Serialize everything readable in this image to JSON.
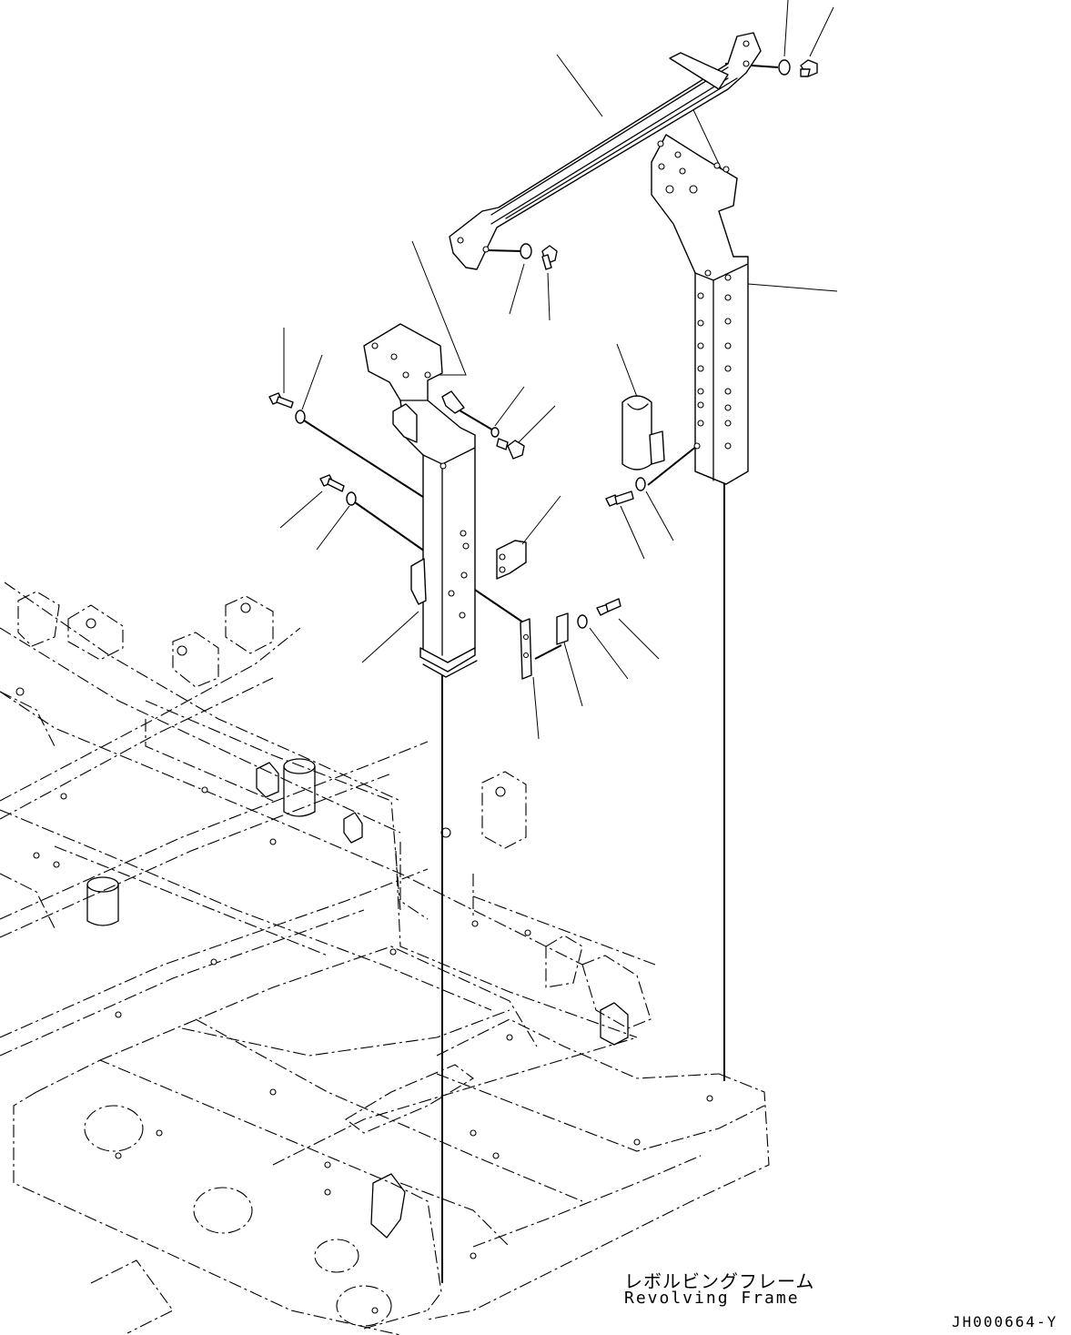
{
  "labels": {
    "revolving_frame_jp": "レボルビングフレーム",
    "revolving_frame_en": "Revolving Frame",
    "drawing_code": "JH000664-Y"
  }
}
